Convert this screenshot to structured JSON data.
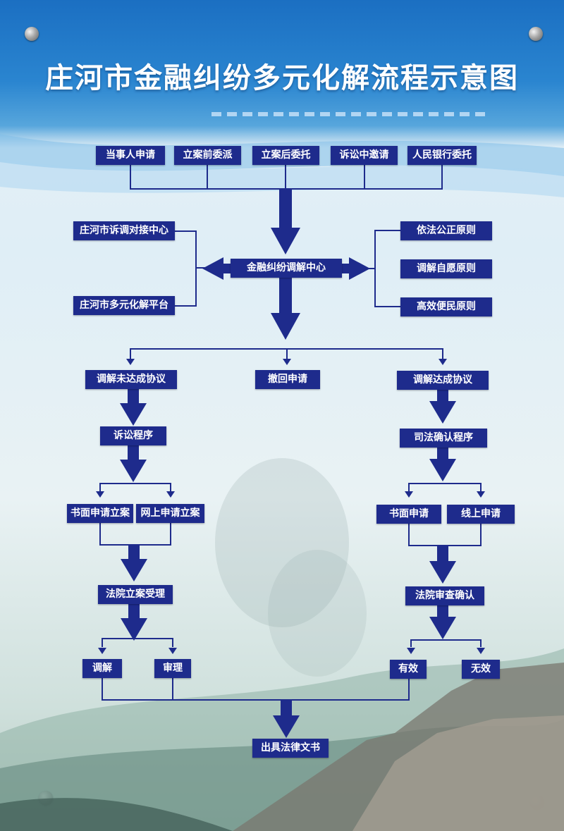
{
  "title": "庄河市金融纠纷多元化解流程示意图",
  "colors": {
    "box": "#1e2b8c",
    "arrow": "#1e2b8c",
    "header": "#1b6fc2"
  },
  "sources": [
    "当事人申请",
    "立案前委派",
    "立案后委托",
    "诉讼中邀请",
    "人民银行委托"
  ],
  "left_platforms": [
    "庄河市诉调对接中心",
    "庄河市多元化解平台"
  ],
  "center": "金融纠纷调解中心",
  "principles": [
    "依法公正原则",
    "调解自愿原则",
    "高效便民原则"
  ],
  "outcomes": {
    "fail": "调解未达成协议",
    "withdraw": "撤回申请",
    "success": "调解达成协议"
  },
  "litigation": {
    "procedure": "诉讼程序",
    "written_filing": "书面申请立案",
    "online_filing": "网上申请立案",
    "court_accept": "法院立案受理",
    "mediation": "调解",
    "trial": "审理"
  },
  "judicial": {
    "procedure": "司法确认程序",
    "written": "书面申请",
    "online": "线上申请",
    "court_review": "法院审查确认",
    "valid": "有效",
    "invalid": "无效"
  },
  "final": "出具法律文书"
}
